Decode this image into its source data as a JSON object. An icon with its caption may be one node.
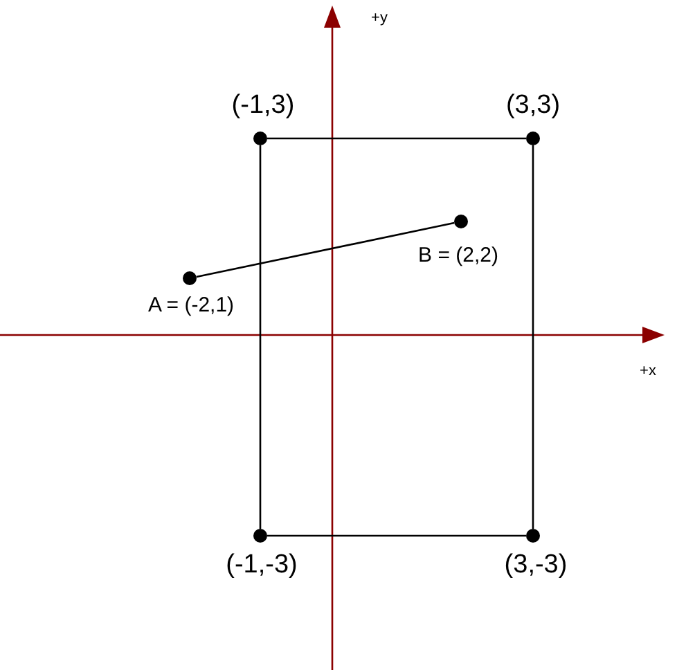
{
  "diagram": {
    "nodes": [
      {
        "text": [],
        "shape": "circle",
        "beside": [
          "(-1,3)"
        ]
      },
      {
        "text": [],
        "shape": "circle",
        "beside": [
          "(3,3)"
        ]
      },
      {
        "text": [],
        "shape": "circle",
        "beside": [
          "B = (2,2)"
        ]
      },
      {
        "text": [],
        "shape": "circle",
        "beside": [
          "A = (-2,1)"
        ]
      },
      {
        "text": [],
        "shape": "circle",
        "beside": [
          "(-1,-3)"
        ]
      },
      {
        "text": [],
        "shape": "circle",
        "beside": [
          "(3,-3)"
        ]
      }
    ],
    "edges": [
      {
        "from": 0,
        "to": 1,
        "arrow": "none"
      },
      {
        "from": 0,
        "to": 4,
        "arrow": "none"
      },
      {
        "from": 1,
        "to": 5,
        "arrow": "none"
      },
      {
        "from": 4,
        "to": 5,
        "arrow": "none"
      },
      {
        "from": 3,
        "to": 2,
        "arrow": "none"
      }
    ],
    "labels": [
      "+y",
      "+x"
    ]
  }
}
